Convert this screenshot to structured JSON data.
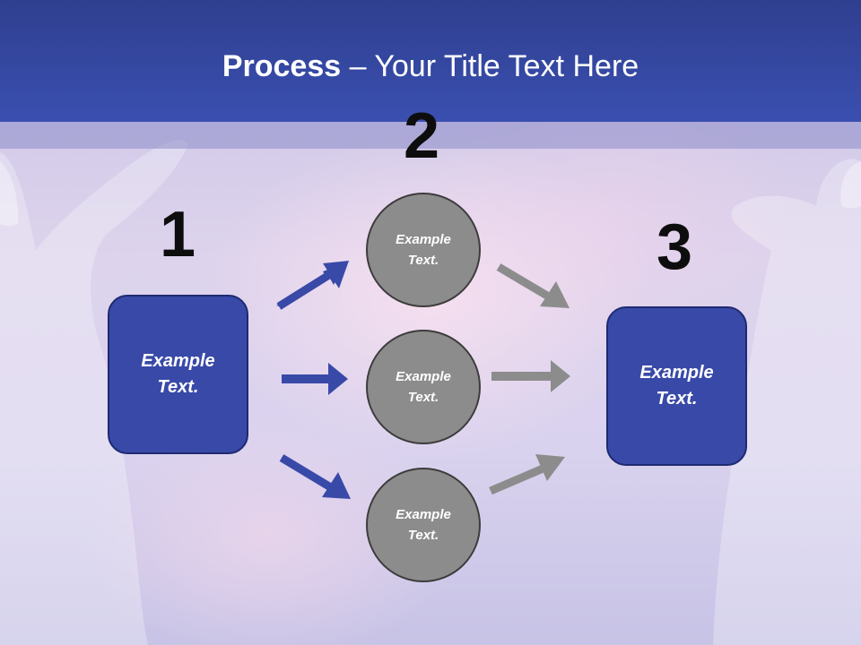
{
  "title": {
    "bold": "Process",
    "rest": " – Your Title Text Here"
  },
  "numbers": {
    "one": "1",
    "two": "2",
    "three": "3"
  },
  "boxes": {
    "left": "Example Text.",
    "right": "Example Text."
  },
  "circles": [
    {
      "label": "Example Text."
    },
    {
      "label": "Example Text."
    },
    {
      "label": "Example Text."
    }
  ],
  "colors": {
    "header": "#3a4fb0",
    "box_fill": "#3949a8",
    "blue_arrow": "#3949a8",
    "gray_arrow": "#8c8c8c",
    "circle_fill": "#8c8c8c"
  }
}
